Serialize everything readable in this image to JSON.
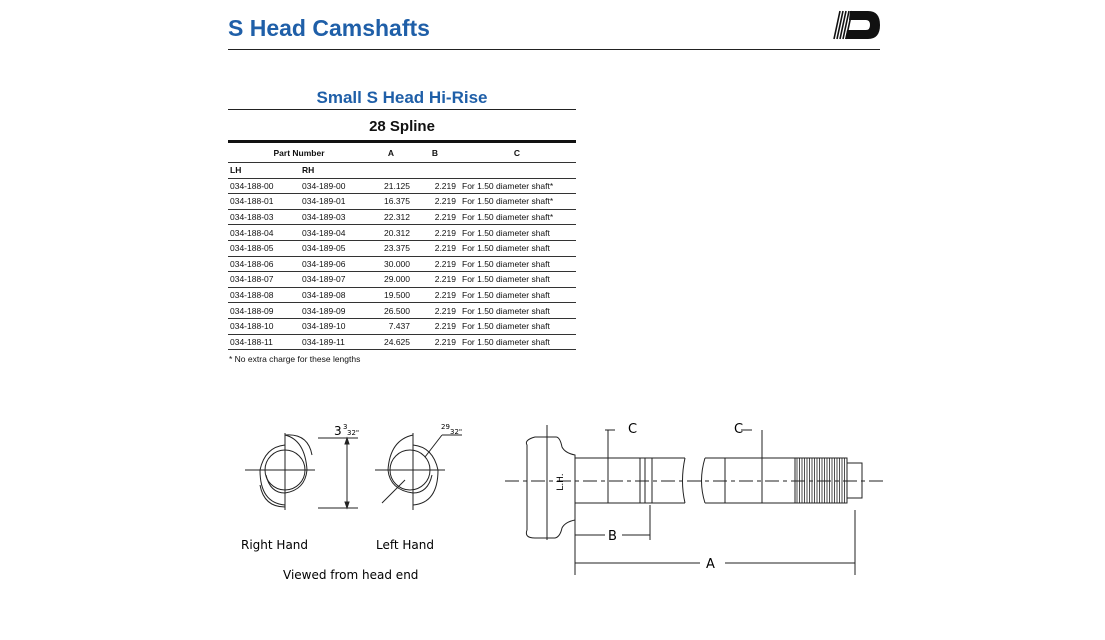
{
  "header": {
    "title": "S Head Camshafts",
    "logo": "D"
  },
  "section": {
    "title": "Small S Head Hi-Rise",
    "spline": "28 Spline"
  },
  "table": {
    "headers": {
      "part_number": "Part Number",
      "a": "A",
      "b": "B",
      "c": "C",
      "lh": "LH",
      "rh": "RH"
    },
    "rows": [
      {
        "lh": "034-188-00",
        "rh": "034-189-00",
        "a": "21.125",
        "b": "2.219",
        "c": "For 1.50 diameter shaft*"
      },
      {
        "lh": "034-188-01",
        "rh": "034-189-01",
        "a": "16.375",
        "b": "2.219",
        "c": "For 1.50 diameter shaft*"
      },
      {
        "lh": "034-188-03",
        "rh": "034-189-03",
        "a": "22.312",
        "b": "2.219",
        "c": "For 1.50 diameter shaft*"
      },
      {
        "lh": "034-188-04",
        "rh": "034-189-04",
        "a": "20.312",
        "b": "2.219",
        "c": "For 1.50 diameter shaft"
      },
      {
        "lh": "034-188-05",
        "rh": "034-189-05",
        "a": "23.375",
        "b": "2.219",
        "c": "For 1.50 diameter shaft"
      },
      {
        "lh": "034-188-06",
        "rh": "034-189-06",
        "a": "30.000",
        "b": "2.219",
        "c": "For 1.50 diameter shaft"
      },
      {
        "lh": "034-188-07",
        "rh": "034-189-07",
        "a": "29.000",
        "b": "2.219",
        "c": "For 1.50 diameter shaft"
      },
      {
        "lh": "034-188-08",
        "rh": "034-189-08",
        "a": "19.500",
        "b": "2.219",
        "c": "For 1.50 diameter shaft"
      },
      {
        "lh": "034-188-09",
        "rh": "034-189-09",
        "a": "26.500",
        "b": "2.219",
        "c": "For 1.50 diameter shaft"
      },
      {
        "lh": "034-188-10",
        "rh": "034-189-10",
        "a": "7.437",
        "b": "2.219",
        "c": "For 1.50 diameter shaft"
      },
      {
        "lh": "034-188-11",
        "rh": "034-189-11",
        "a": "24.625",
        "b": "2.219",
        "c": "For 1.50 diameter shaft"
      }
    ],
    "footnote": "* No extra charge for these lengths"
  },
  "diagram": {
    "right_hand": "Right  Hand",
    "left_hand": "Left  Hand",
    "viewed": "Viewed from head end",
    "height_whole": "3",
    "height_frac_num": "3",
    "height_frac_den": "32\"",
    "radius_num": "29",
    "radius_den": "32\"",
    "lh_mark": "L.H.",
    "dim_a": "A",
    "dim_b": "B",
    "dim_c": "C"
  }
}
